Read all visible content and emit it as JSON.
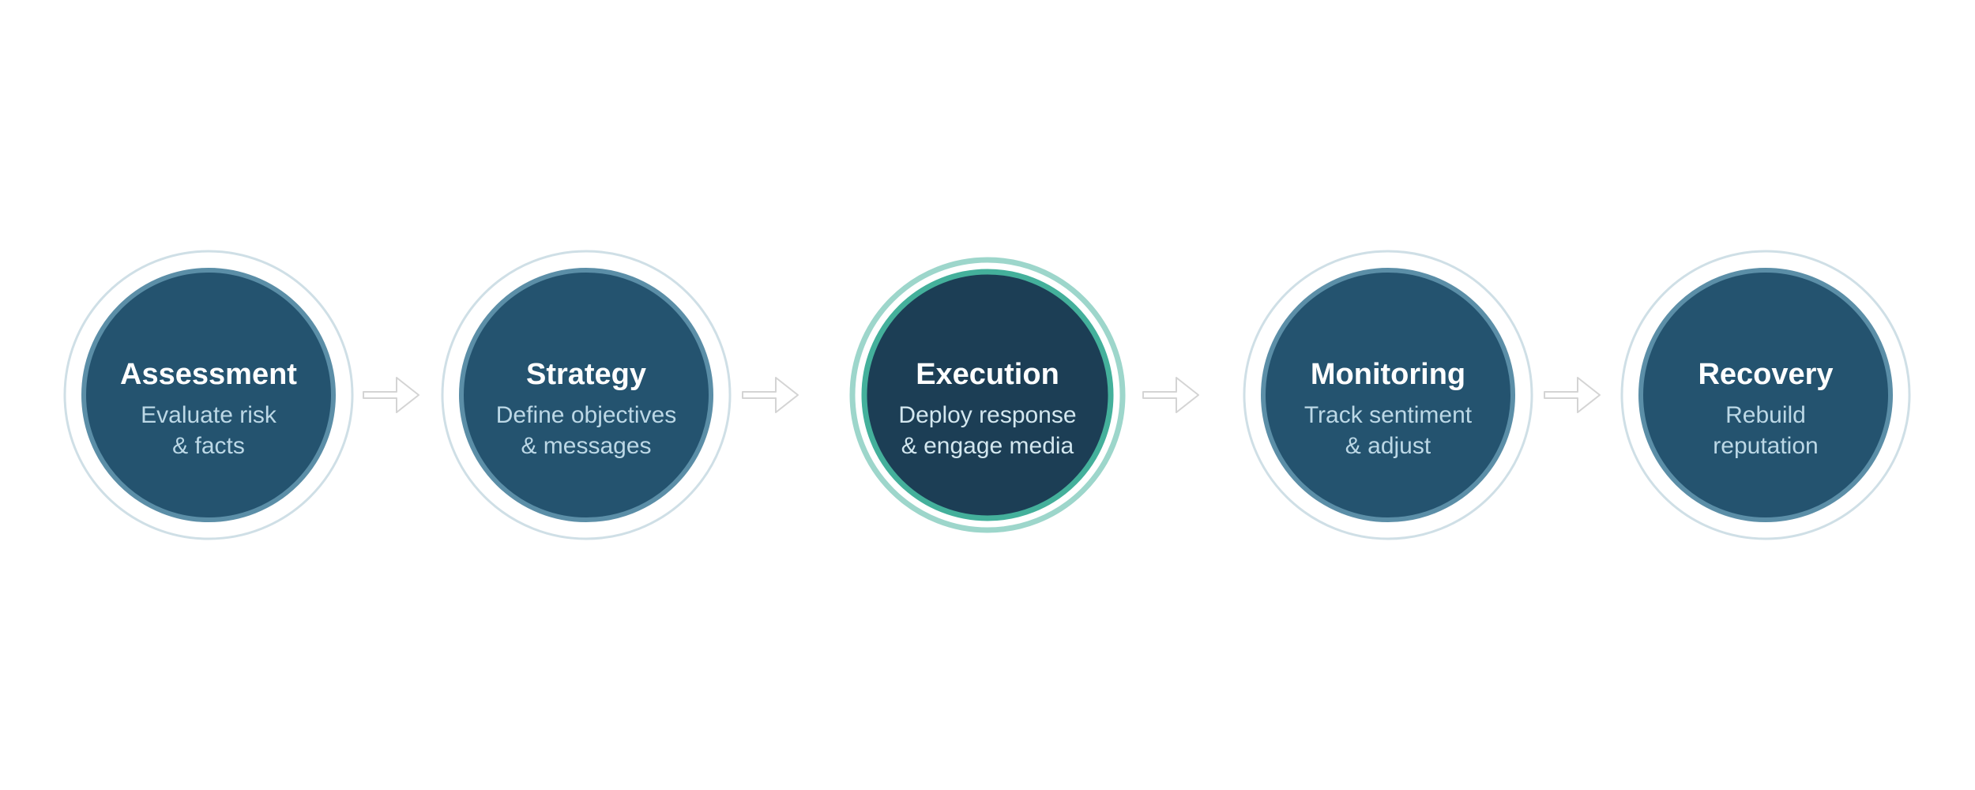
{
  "colors": {
    "outer_ring": "#cfdfe6",
    "inner_border": "#5b8ea7",
    "node_fill": "#24536f",
    "active_fill": "#1c3e55",
    "active_ring": "#9dd6cb",
    "active_border": "#44b09b",
    "subtitle_text": "#bcd8e6",
    "active_subtitle_text": "#d3e7ef",
    "arrow": "#d4d4d4"
  },
  "steps": [
    {
      "title": "Assessment",
      "lines": [
        "Evaluate risk",
        "& facts"
      ],
      "active": false
    },
    {
      "title": "Strategy",
      "lines": [
        "Define objectives",
        "& messages"
      ],
      "active": false
    },
    {
      "title": "Execution",
      "lines": [
        "Deploy response",
        "& engage media"
      ],
      "active": true
    },
    {
      "title": "Monitoring",
      "lines": [
        "Track sentiment",
        "& adjust"
      ],
      "active": false
    },
    {
      "title": "Recovery",
      "lines": [
        "Rebuild",
        "reputation"
      ],
      "active": false
    }
  ]
}
